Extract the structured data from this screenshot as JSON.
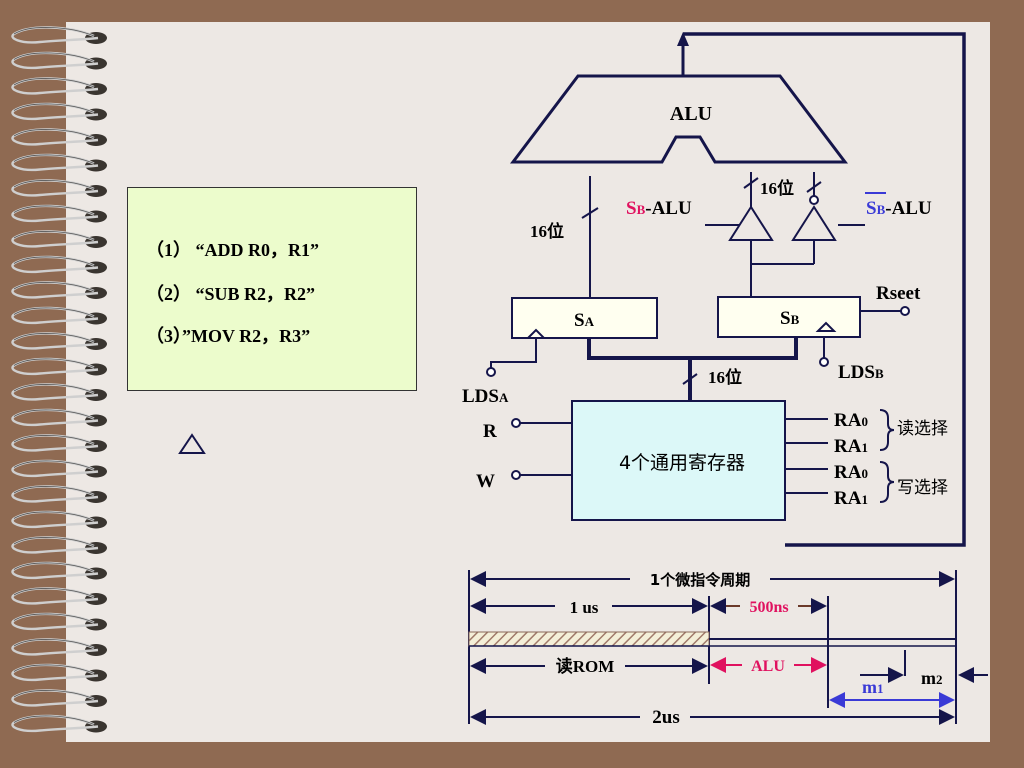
{
  "questions": [
    "（1） “ADD R0，R1”",
    "（2） “SUB R2，R2”",
    "（3）”MOV R2，R3”"
  ],
  "diagram": {
    "alu": "ALU",
    "sb_alu_s": "S",
    "sb_alu_b": "B",
    "sb_alu_rest": "-ALU",
    "sbbar_s": "S",
    "sbbar_b": "B",
    "sbbar_rest": "-ALU",
    "bits16_top": "16位",
    "bits16_left": "16位",
    "bits16_mid": "16位",
    "sa_s": "S",
    "sa_a": "A",
    "sb_s": "S",
    "sb_b": "B",
    "rseet": "Rseet",
    "ldsb_main": "LDS",
    "ldsb_sub": "B",
    "ldsa_main": "LDS",
    "ldsa_sub": "A",
    "r": "R",
    "w": "W",
    "regfile": "4个通用寄存器",
    "ra0_1": "RA",
    "ra0_1_sub": "0",
    "ra1_1": "RA",
    "ra1_1_sub": "1",
    "ra0_2": "RA",
    "ra0_2_sub": "0",
    "ra1_2": "RA",
    "ra1_2_sub": "1",
    "read_select": "读选择",
    "write_select": "写选择"
  },
  "timing": {
    "cycle": "1个微指令周期",
    "t1us": "1 us",
    "t500": "500ns",
    "read_rom": "读ROM",
    "alu": "ALU",
    "m1": "m",
    "m1_sub": "1",
    "m2": "m",
    "m2_sub": "2",
    "t2us": "2us"
  },
  "colors": {
    "line": "#15154a",
    "red": "#e0115f",
    "blue": "#3a3ad6",
    "regfill": "#dcf8f8",
    "boxfill": "#fffff0"
  }
}
